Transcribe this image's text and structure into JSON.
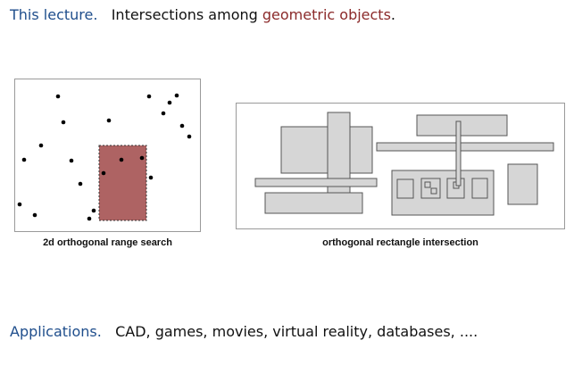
{
  "heading": {
    "label": "This lecture.",
    "text_before": "Intersections among ",
    "highlight": "geometric objects",
    "text_after": "."
  },
  "figures": {
    "range_search_caption": "2d orthogonal range search",
    "rect_intersection_caption": "orthogonal rectangle intersection"
  },
  "applications": {
    "label": "Applications.",
    "text": "CAD, games, movies, virtual reality,  databases, ...."
  },
  "colors": {
    "label_blue": "#1f4e8c",
    "highlight_red": "#8b2a2a",
    "range_fill": "#a04848",
    "rect_fill": "#d6d6d6"
  }
}
